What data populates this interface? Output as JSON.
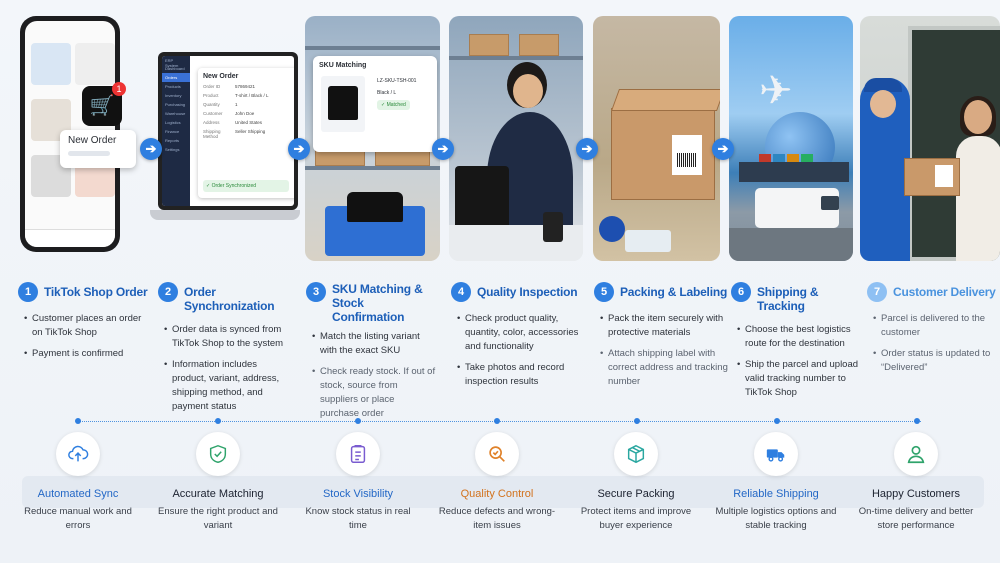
{
  "phone": {
    "new_order_label": "New Order"
  },
  "laptop": {
    "system_label": "ERP System",
    "sidebar": [
      "Dashboard",
      "Orders",
      "Products",
      "Inventory",
      "Purchasing",
      "Warehouse",
      "Logistics",
      "Finance",
      "Reports",
      "Settings"
    ],
    "card_title": "New Order",
    "fields": [
      {
        "label": "Order ID",
        "value": "57869421"
      },
      {
        "label": "Product",
        "value": "T-shirt / Black / L"
      },
      {
        "label": "Quantity",
        "value": "1"
      },
      {
        "label": "Customer",
        "value": "John Doe"
      },
      {
        "label": "Address",
        "value": "United States"
      },
      {
        "label": "Shipping Method",
        "value": "Seller Shipping"
      }
    ],
    "sync_status": "Order Synchronized"
  },
  "sku_card": {
    "title": "SKU Matching",
    "sku": "LZ-SKU-TSH-001",
    "variant": "Black / L",
    "status": "Matched"
  },
  "steps": [
    {
      "num": "1",
      "title": "TikTok Shop Order",
      "bullets": [
        "Customer places an order on TikTok Shop",
        "Payment is confirmed"
      ]
    },
    {
      "num": "2",
      "title": "Order Synchronization",
      "bullets": [
        "Order data is synced from TikTok Shop to the system",
        "Information includes product, variant, address, shipping method, and payment status"
      ]
    },
    {
      "num": "3",
      "title": "SKU Matching & Stock Confirmation",
      "bullets": [
        "Match the listing variant with the exact SKU",
        "Check ready stock. If out of stock, source from suppliers or place purchase order"
      ]
    },
    {
      "num": "4",
      "title": "Quality Inspection",
      "bullets": [
        "Check product quality, quantity, color, accessories and functionality",
        "Take photos and record inspection results"
      ]
    },
    {
      "num": "5",
      "title": "Packing & Labeling",
      "bullets": [
        "Pack the item securely with protective materials",
        "Attach shipping label with correct address and tracking number"
      ]
    },
    {
      "num": "6",
      "title": "Shipping & Tracking",
      "bullets": [
        "Choose the best logistics route for the destination",
        "Ship the parcel and upload valid tracking number to TikTok Shop"
      ]
    },
    {
      "num": "7",
      "title": "Customer Delivery",
      "bullets": [
        "Parcel is delivered to the customer",
        "Order status is updated to “Delivered”"
      ]
    }
  ],
  "benefits": [
    {
      "title": "Automated Sync",
      "desc": "Reduce manual work and errors",
      "icon": "cloud-sync-icon",
      "color": "#2f7fe0"
    },
    {
      "title": "Accurate Matching",
      "desc": "Ensure the right product and variant",
      "icon": "shield-check-icon",
      "color": "#2fa36b"
    },
    {
      "title": "Stock Visibility",
      "desc": "Know stock status in real time",
      "icon": "clipboard-list-icon",
      "color": "#7a5cd0"
    },
    {
      "title": "Quality Control",
      "desc": "Reduce defects and wrong-item issues",
      "icon": "magnifier-icon",
      "color": "#e0822a"
    },
    {
      "title": "Secure Packing",
      "desc": "Protect items and improve buyer experience",
      "icon": "package-icon",
      "color": "#2aa7a0"
    },
    {
      "title": "Reliable Shipping",
      "desc": "Multiple logistics options and stable tracking",
      "icon": "truck-icon",
      "color": "#2f7fe0"
    },
    {
      "title": "Happy Customers",
      "desc": "On-time delivery and better store performance",
      "icon": "user-icon",
      "color": "#2fa36b"
    }
  ]
}
